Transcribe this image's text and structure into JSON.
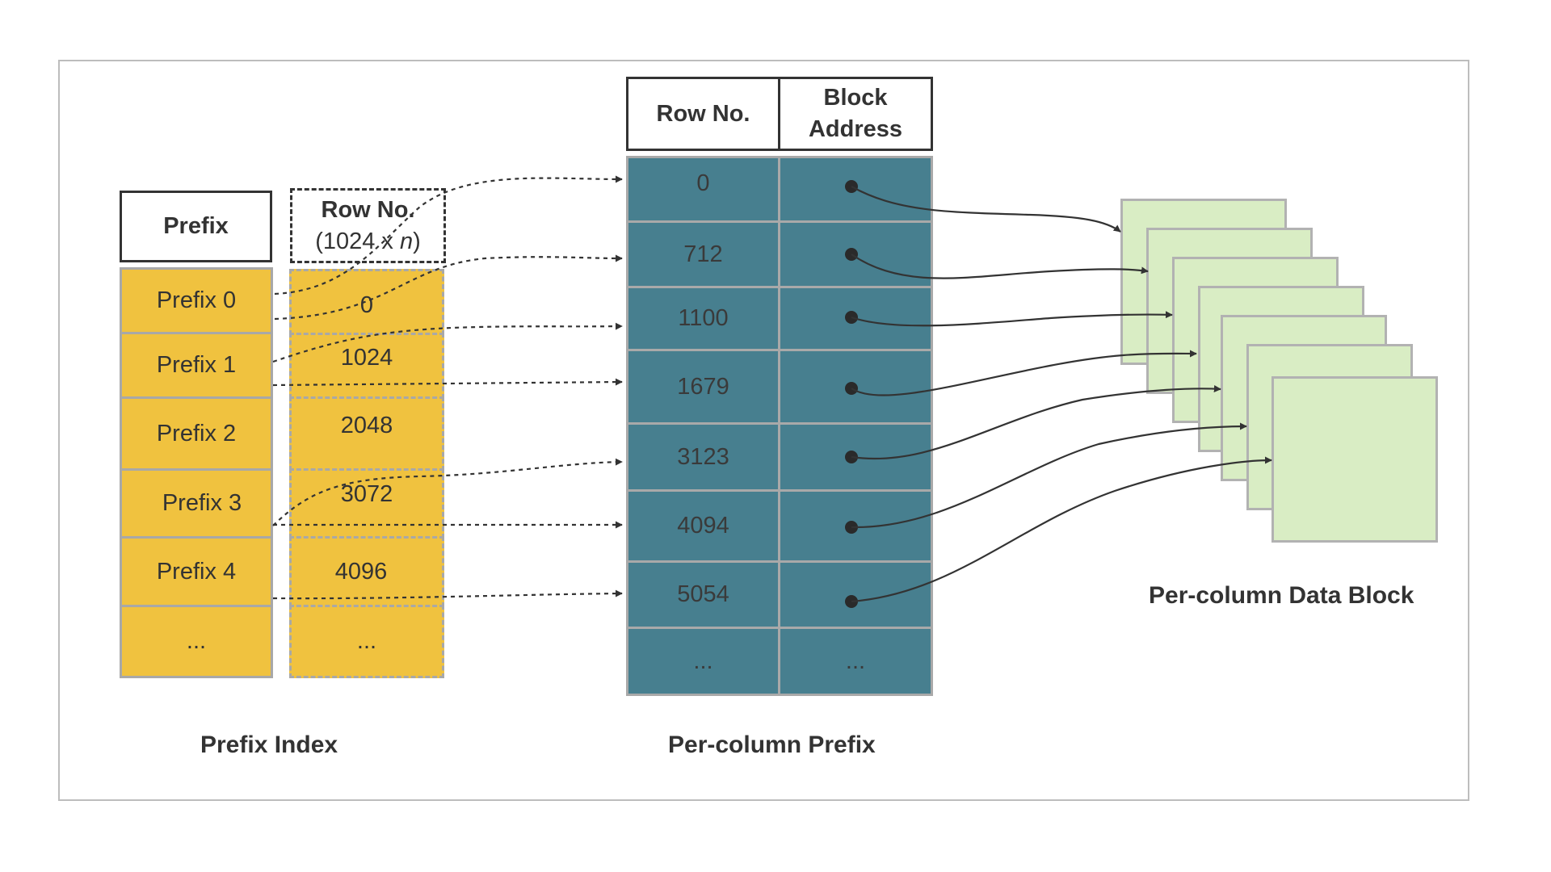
{
  "prefix_index": {
    "title": "Prefix Index",
    "prefix_header": "Prefix",
    "rowno_header_line1": "Row No.",
    "rowno_header_line2_prefix": "(1024 x ",
    "rowno_header_line2_var": "n",
    "rowno_header_line2_suffix": ")",
    "prefixes": [
      "Prefix 0",
      "Prefix 1",
      "Prefix 2",
      "Prefix 3",
      "Prefix 4",
      "..."
    ],
    "row_numbers": [
      "0",
      "1024",
      "2048",
      "3072",
      "4096",
      "..."
    ]
  },
  "per_column_prefix": {
    "title": "Per-column Prefix",
    "rowno_header": "Row No.",
    "block_header_line1": "Block",
    "block_header_line2": "Address",
    "rows": [
      "0",
      "712",
      "1100",
      "1679",
      "3123",
      "4094",
      "5054",
      "..."
    ],
    "address_ellipsis": "..."
  },
  "data_block": {
    "title": "Per-column Data Block"
  },
  "colors": {
    "prefix_fill": "#f0c23f",
    "prefix_table_fill": "#477f8f",
    "data_block_fill": "#d9edc4"
  }
}
